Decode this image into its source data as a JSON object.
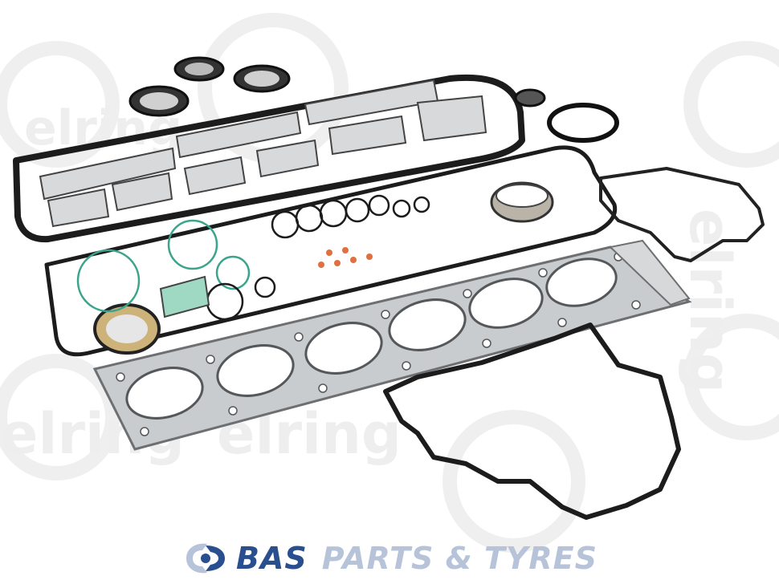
{
  "watermark": {
    "text": "elring",
    "color": "#eeeeee"
  },
  "footer": {
    "logo_icon": "bas-wing-logo-icon",
    "brand_primary": "BAS",
    "brand_secondary": "PARTS & TYRES",
    "colors": {
      "primary": "#2a4f8f",
      "secondary": "#b6c3d8"
    }
  },
  "product": {
    "icon": "engine-gasket-set-illustration",
    "colors": {
      "outline": "#1c1c1c",
      "metal": "#c9ccce",
      "seal_teal": "#3aa58c",
      "seal_orange": "#e07040"
    }
  }
}
